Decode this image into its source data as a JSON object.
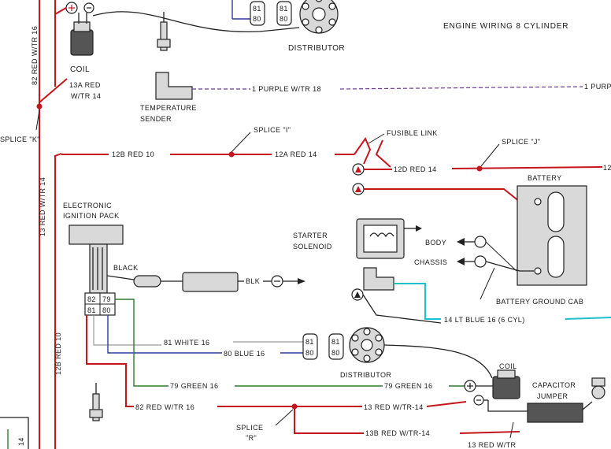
{
  "title": "ENGINE WIRING 8 CYLINDER",
  "components": {
    "coil_top": "COIL",
    "distributor_top": "DISTRIBUTOR",
    "temperature_sender": [
      "TEMPERATURE",
      "SENDER"
    ],
    "electronic_ignition_pack": [
      "ELECTRONIC",
      "IGNITION PACK"
    ],
    "starter_solenoid": [
      "STARTER",
      "SOLENOID"
    ],
    "battery": "BATTERY",
    "body": "BODY",
    "chassis": "CHASSIS",
    "battery_ground_cable": "BATTERY GROUND CAB",
    "distributor_bottom": "DISTRIBUTOR",
    "coil_bottom": "COIL",
    "capacitor_jumper": [
      "CAPACITOR",
      "JUMPER"
    ],
    "fusible_link": "FUSIBLE LINK"
  },
  "splices": {
    "k": "SPLICE \"K\"",
    "i": "SPLICE \"I\"",
    "j": "SPLICE \"J\"",
    "r": [
      "SPLICE",
      "\"R\""
    ]
  },
  "wires": {
    "w82_red_wtr_16_vert": "82 RED W/TR 16",
    "w13a": [
      "13A RED",
      "W/TR 14"
    ],
    "w1_purple": "1 PURPLE W/TR 18",
    "w1_purple_right": "1 PURP",
    "w12b_red_10": "12B RED 10",
    "w12a_red_14": "12A RED 14",
    "w12d_red_14": "12D RED 14",
    "w12_right": "12",
    "w13_red_wtr_14_vert": "13 RED W/TR 14",
    "w12b_red_10_vert": "12B RED 10",
    "black": "BLACK",
    "blk": "BLK",
    "w81_white_16": "81 WHITE 16",
    "w80_blue_16": "80 BLUE 16",
    "w79_green_16_left": "79 GREEN 16",
    "w79_green_16_right": "79 GREEN 16",
    "w82_red_wtr_16": "82 RED W/TR 16",
    "w13_red_wtr_14": "13 RED W/TR-14",
    "w13b_red_wtr_14": "13B RED W/TR-14",
    "w13_red_wtr_bottom": "13 RED W/TR",
    "w14_lt_blue": "14 LT BLUE 16 (6 CYL)",
    "w14_left_stub": "14"
  },
  "terminals": {
    "top_81": "81",
    "top_80": "80",
    "pack_82": "82",
    "pack_79": "79",
    "pack_81": "81",
    "pack_80": "80",
    "dist_81": "81",
    "dist_80": "80"
  }
}
